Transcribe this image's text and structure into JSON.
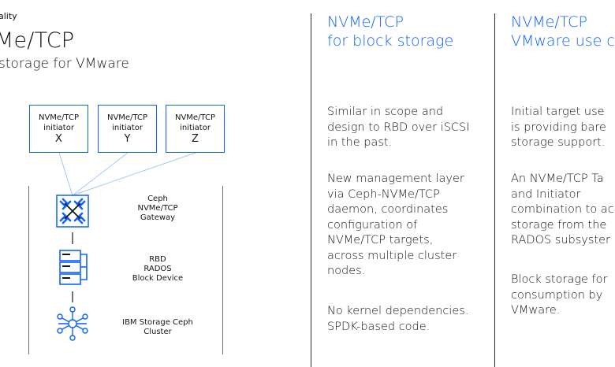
{
  "left": {
    "kicker": "ality",
    "title": "Me/TCP",
    "subtitle": "storage for VMware",
    "initiators": [
      {
        "line1": "NVMe/TCP",
        "line2": "initiator",
        "letter": "X"
      },
      {
        "line1": "NVMe/TCP",
        "line2": "initiator",
        "letter": "Y"
      },
      {
        "line1": "NVMe/TCP",
        "line2": "initiator",
        "letter": "Z"
      }
    ],
    "components": [
      {
        "icon": "gateway-icon",
        "lines": [
          "Ceph",
          "NVMe/TCP",
          "Gateway"
        ]
      },
      {
        "icon": "rbd-server-icon",
        "lines": [
          "RBD",
          "RADOS",
          "Block Device"
        ]
      },
      {
        "icon": "cluster-network-icon",
        "lines": [
          "IBM Storage Ceph",
          "Cluster"
        ]
      }
    ],
    "colors": {
      "accent": "#0f62fe",
      "text": "#161616"
    }
  },
  "middle": {
    "heading": [
      "NVMe/TCP",
      "for block storage"
    ],
    "paragraphs": [
      [
        "Similar in scope and",
        "design to RBD over iSCSI",
        "in the past."
      ],
      [
        "New management layer",
        "via Ceph-NVMe/TCP",
        "daemon, coordinates",
        "configuration of",
        "NVMe/TCP targets,",
        "across multiple cluster",
        "nodes."
      ],
      [
        "No kernel dependencies.",
        "SPDK-based code."
      ]
    ]
  },
  "right": {
    "heading": [
      "NVMe/TCP",
      "VMware use c"
    ],
    "paragraphs": [
      [
        "Initial target use",
        "is providing bare",
        "storage support."
      ],
      [
        "An NVMe/TCP Ta",
        "and Initiator",
        "combination to ac",
        "storage from the",
        "RADOS subsyster"
      ],
      [
        "Block storage for",
        "consumption by",
        "VMware."
      ]
    ]
  }
}
